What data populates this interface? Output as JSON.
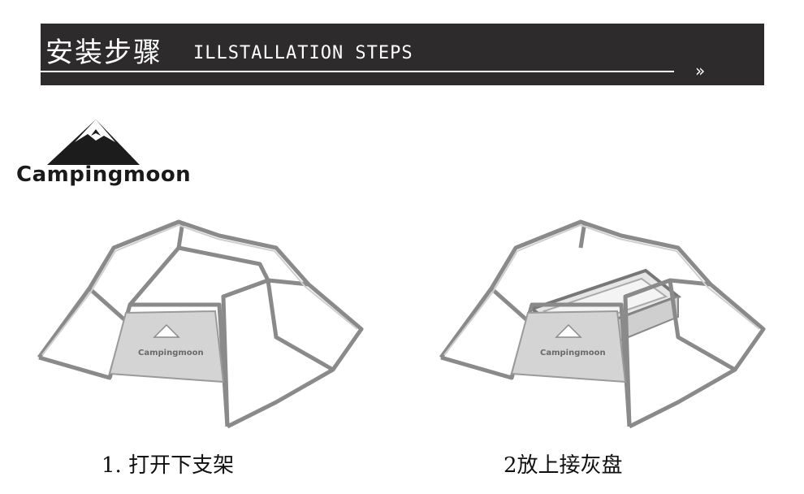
{
  "header": {
    "title_cn": "安装步骤",
    "title_en": "ILLSTALLATION STEPS",
    "arrows": "»",
    "bg_color": "#2d2b2c"
  },
  "logo": {
    "brand": "Campingmoon",
    "icon": "mountain-logo-icon"
  },
  "steps": [
    {
      "caption": "1. 打开下支架",
      "plate_text": "Campingmoon"
    },
    {
      "caption": "2放上接灰盘",
      "plate_text": "Campingmoon"
    }
  ]
}
